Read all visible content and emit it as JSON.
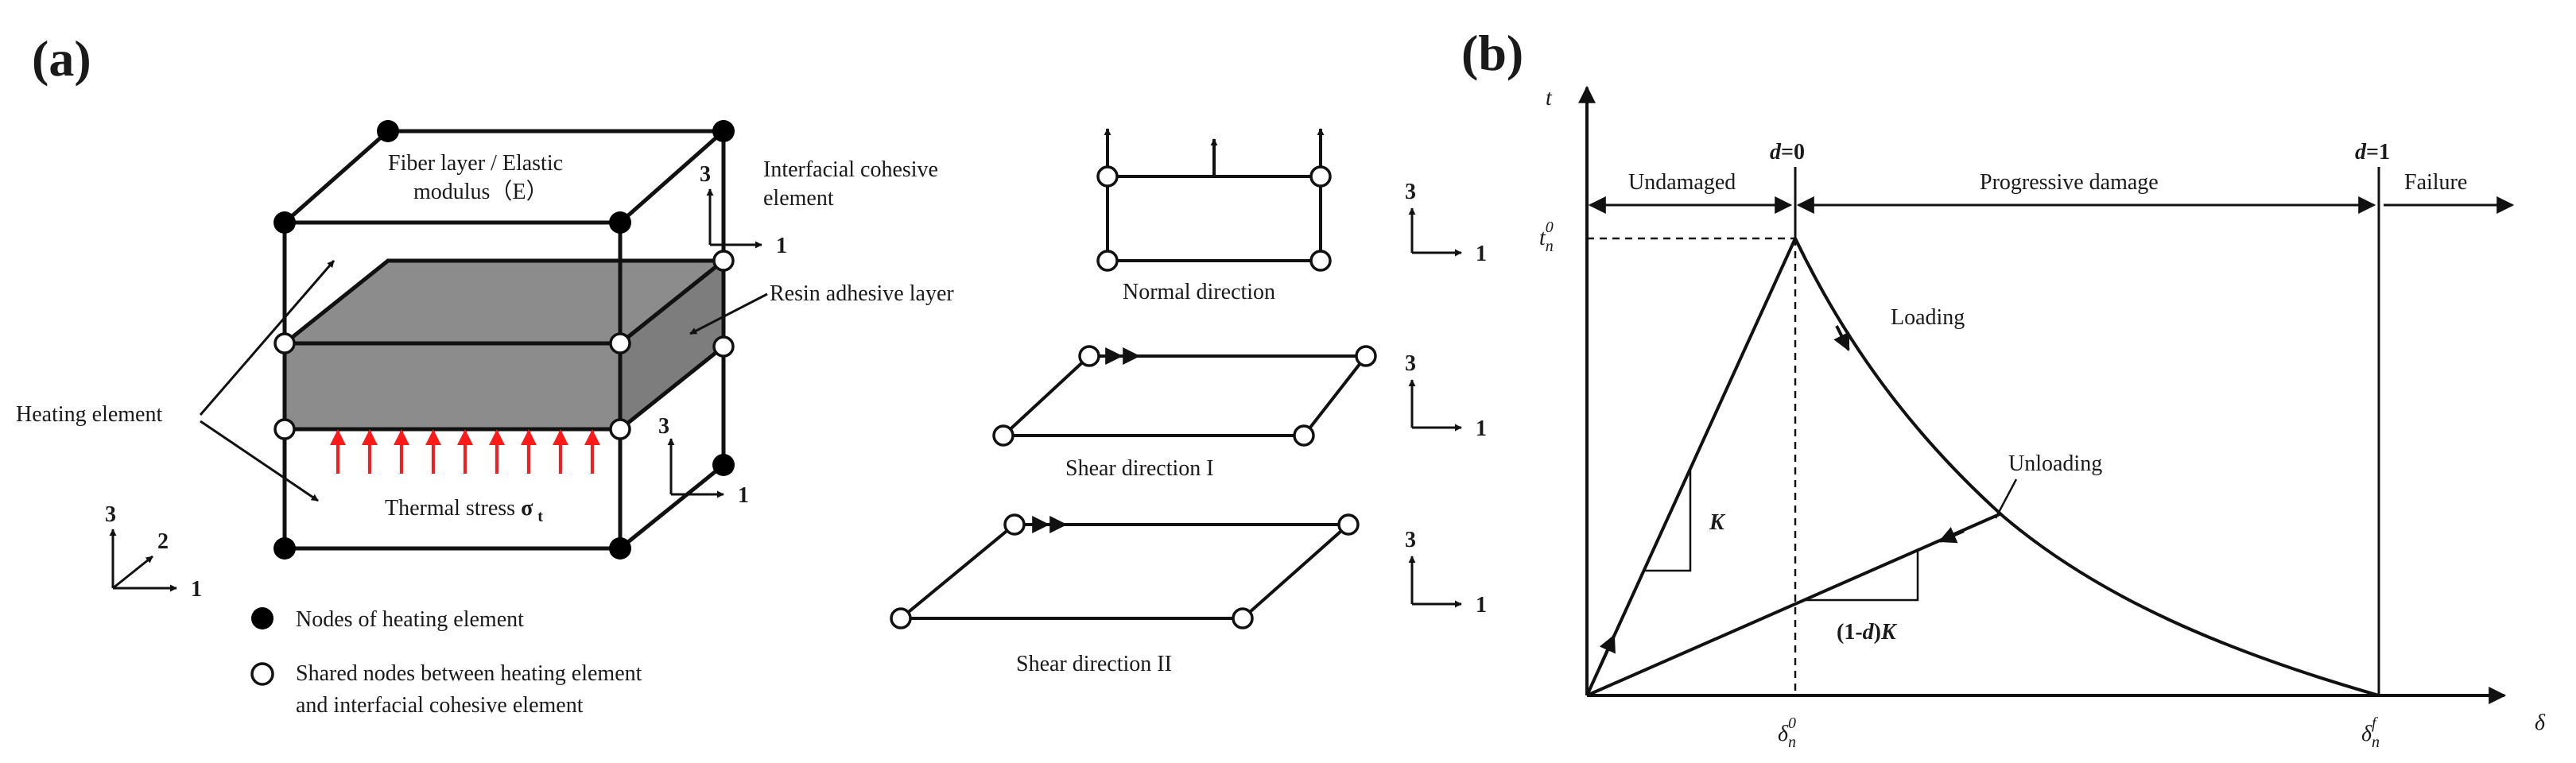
{
  "panel_a": {
    "label": "(a)",
    "fiber_layer_line1": "Fiber layer / Elastic",
    "fiber_layer_line2": "modulus（E）",
    "cohesive_line1": "Interfacial cohesive",
    "cohesive_line2": "element",
    "resin_layer": "Resin adhesive layer",
    "heating_element": "Heating element",
    "thermal_stress": "Thermal stress",
    "thermal_stress_symbol": "σ",
    "thermal_stress_sub": "t",
    "legend_filled": "Nodes of heating element",
    "legend_open_line1": "Shared nodes between heating element",
    "legend_open_line2": "and interfacial cohesive element",
    "normal_direction": "Normal direction",
    "shear_direction_1": "Shear direction I",
    "shear_direction_2": "Shear direction II",
    "axis_1": "1",
    "axis_2": "2",
    "axis_3": "3"
  },
  "panel_b": {
    "label": "(b)",
    "t_axis": "t",
    "delta_axis": "δ",
    "d0_var": "d",
    "d0_val": "=0",
    "d1_var": "d",
    "d1_val": "=1",
    "undamaged": "Undamaged",
    "progressive_damage": "Progressive damage",
    "failure": "Failure",
    "tn0_base": "t",
    "tn0_sub": "n",
    "tn0_sup": "0",
    "loading": "Loading",
    "unloading": "Unloading",
    "k_label": "K",
    "unload_k_prefix": "(1-",
    "unload_k_var": "d",
    "unload_k_suffix": ")",
    "unload_k_K": "K",
    "delta_n0_base": "δ",
    "delta_n0_sub": "n",
    "delta_n0_sup": "0",
    "delta_nf_base": "δ",
    "delta_nf_sub": "n",
    "delta_nf_sup": "f"
  },
  "colors": {
    "line": "#111111",
    "resin_fill": "#8c8c8c",
    "arrow_red": "#ff1a1a"
  }
}
